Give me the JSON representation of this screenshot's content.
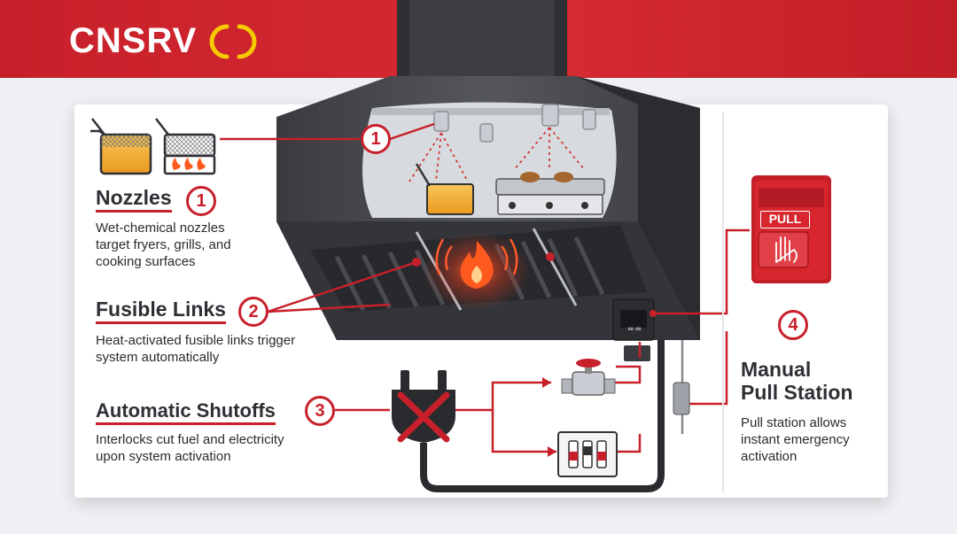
{
  "brand": {
    "name": "CNSRV",
    "accent": "#c8202a",
    "logo_mark_colors": [
      "#f4c900",
      "#f4c900"
    ]
  },
  "callouts": [
    {
      "number": "1",
      "title": "Nozzles",
      "description_lines": [
        "Wet-chemical nozzles",
        "target fryers, grills, and",
        "cooking surfaces"
      ]
    },
    {
      "number": "2",
      "title": "Fusible Links",
      "description_lines": [
        "Heat-activated fusible links trigger",
        "system automatically"
      ]
    },
    {
      "number": "3",
      "title": "Automatic Shutoffs",
      "description_lines": [
        "Interlocks cut fuel and electricity",
        "upon system activation"
      ]
    },
    {
      "number": "4",
      "title_lines": [
        "Manual",
        "Pull Station"
      ],
      "description_lines": [
        "Pull station allows",
        "instant emergency",
        "activation"
      ]
    }
  ],
  "pull_station": {
    "label": "PULL"
  },
  "control_panel": {
    "display": "00:00"
  },
  "icons": {
    "fryer": "fryer-basket-icon",
    "fryer_flame": "fryer-with-flames-icon",
    "grill": "griddle-grill-icon",
    "fire": "fire-icon",
    "plug": "power-plug-icon",
    "valve": "gas-valve-icon",
    "breaker": "circuit-breaker-icon",
    "hand": "hand-icon"
  }
}
